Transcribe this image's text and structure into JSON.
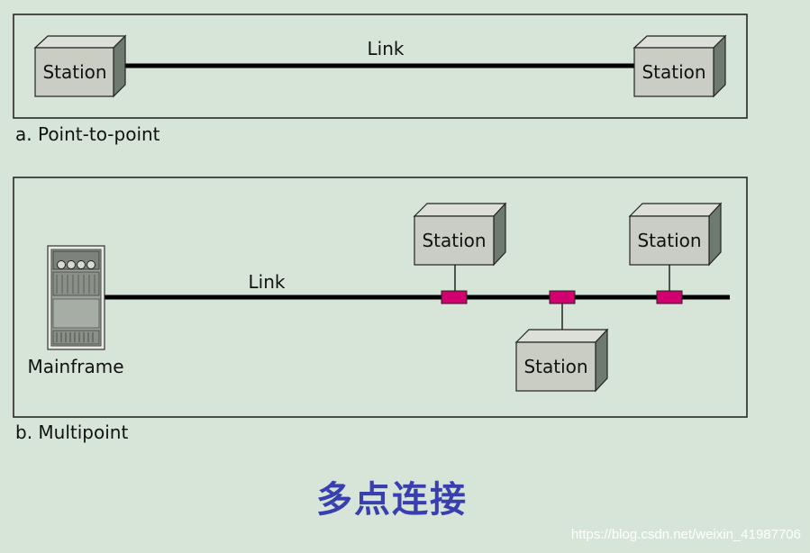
{
  "diagram_a": {
    "link_label": "Link",
    "station_left": "Station",
    "station_right": "Station",
    "caption": "a. Point-to-point"
  },
  "diagram_b": {
    "link_label": "Link",
    "mainframe_label": "Mainframe",
    "station_1": "Station",
    "station_2": "Station",
    "station_3": "Station",
    "caption": "b. Multipoint"
  },
  "title": "多点连接",
  "watermark": "https://blog.csdn.net/weixin_41987706",
  "colors": {
    "background": "#d6e5d7",
    "station_front": "#c9cdc4",
    "station_top": "#dde0d8",
    "station_side": "#6f7a6f",
    "tap": "#d1006e",
    "title": "#3a3fb0"
  }
}
